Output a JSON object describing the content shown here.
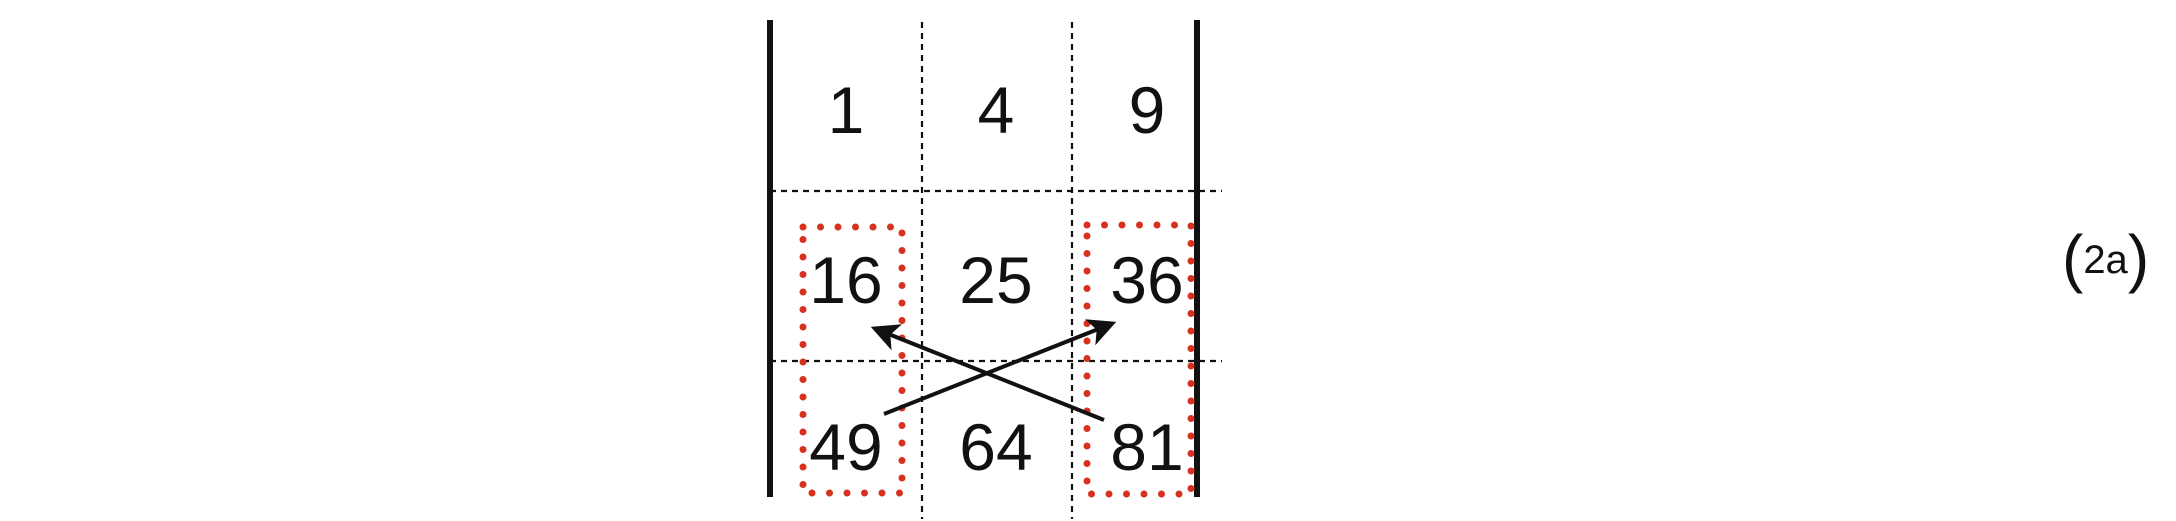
{
  "diagram": {
    "grid": [
      [
        "1",
        "4",
        "9"
      ],
      [
        "16",
        "25",
        "36"
      ],
      [
        "49",
        "64",
        "81"
      ]
    ],
    "highlight_groups": [
      {
        "column": 0,
        "rows": [
          1,
          2
        ],
        "color": "#d7301f"
      },
      {
        "column": 2,
        "rows": [
          1,
          2
        ],
        "color": "#d7301f"
      }
    ],
    "arrows": [
      {
        "from": "49",
        "to": "36"
      },
      {
        "from": "81",
        "to": "16"
      }
    ],
    "equation_label": {
      "open": "(",
      "text": "2a",
      "close": ")"
    },
    "colors": {
      "ink": "#111111",
      "highlight": "#d7301f"
    }
  }
}
